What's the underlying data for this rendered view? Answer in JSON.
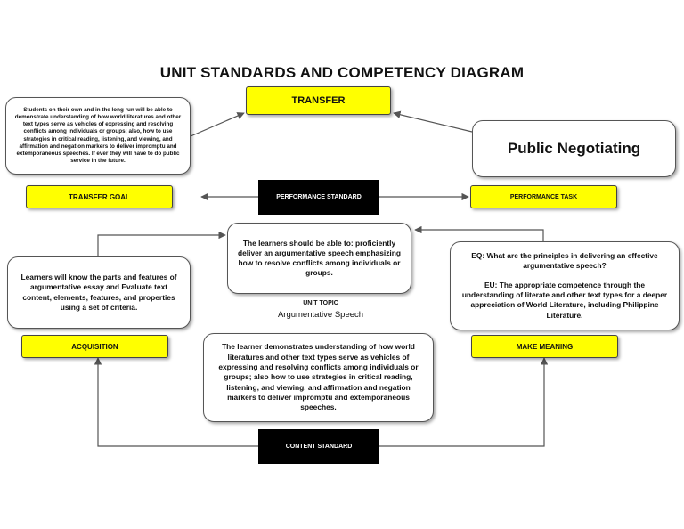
{
  "title": "UNIT STANDARDS AND COMPETENCY DIAGRAM",
  "transfer": "TRANSFER",
  "transfer_goal_text": "Students on their own and in the long run will be able to demonstrate understanding of how world literatures and other text types serve as vehicles of expressing and resolving conflicts among individuals or groups; also, how to use strategies in critical reading, listening, and viewing, and affirmation and negation markers to deliver impromptu and extemporaneous speeches. If ever they will have to do public service in the future.",
  "performance_task_text": "Public Negotiating",
  "labels": {
    "transfer_goal": "TRANSFER GOAL",
    "performance_standard": "PERFORMANCE STANDARD",
    "performance_task": "PERFORMANCE TASK",
    "acquisition": "ACQUISITION",
    "make_meaning": "MAKE MEANING",
    "content_standard": "CONTENT STANDARD"
  },
  "performance_standard_text": "The learners should be able to: proficiently deliver an argumentative speech emphasizing how to resolve conflicts among individuals or groups.",
  "acquisition_text": "Learners will know the parts and features of argumentative essay and Evaluate text content, elements, features, and properties using a set of criteria.",
  "make_meaning_eq": "EQ: What are the principles in delivering an effective argumentative speech?",
  "make_meaning_eu": "EU: The appropriate competence through the understanding of literate and other text types for a deeper appreciation of World Literature, including Philippine Literature.",
  "unit_topic_label": "UNIT TOPIC",
  "unit_topic": "Argumentative Speech",
  "content_standard_text": "The learner demonstrates understanding of how world literatures and other text types serve as vehicles of expressing and resolving conflicts among individuals or groups; also how to use strategies in critical reading, listening, and viewing, and affirmation and negation markers to deliver impromptu and extemporaneous speeches."
}
